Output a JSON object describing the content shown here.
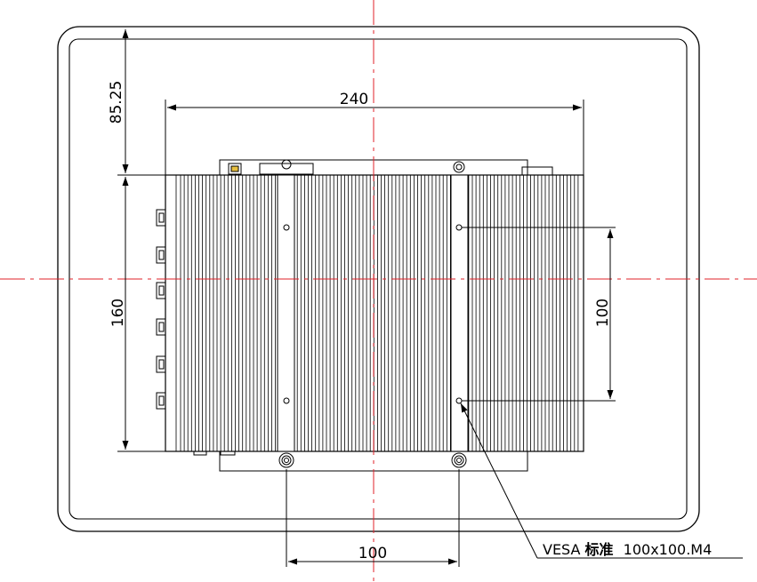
{
  "dimensions": {
    "top_offset": "85.25",
    "overall_width": "240",
    "overall_height": "160",
    "vesa_vertical": "100",
    "vesa_horizontal": "100"
  },
  "callout": {
    "prefix": "VESA",
    "cjk": "标准",
    "suffix": "100x100.M4"
  },
  "colors": {
    "line": "#000000",
    "centerline": "#e0202a"
  }
}
